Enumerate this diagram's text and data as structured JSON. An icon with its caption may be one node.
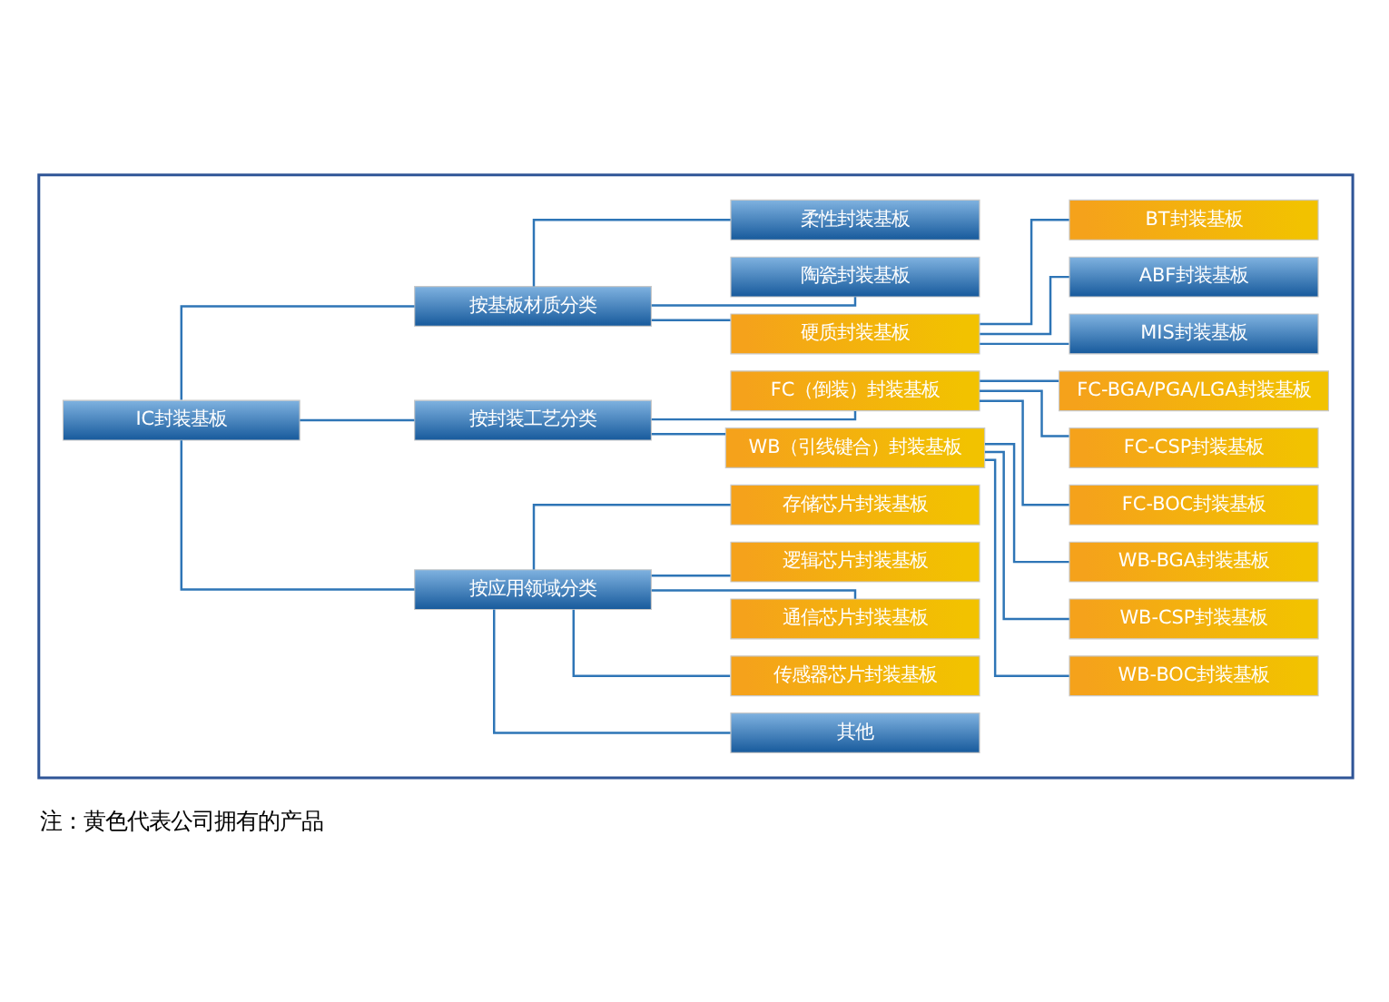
{
  "diagram": {
    "nodes": [
      {
        "text": [],
        "shape": "box"
      },
      {
        "text": [
          "IC封装基板"
        ],
        "in": 0
      },
      {
        "text": [
          "按基板材质分类"
        ],
        "in": 0
      },
      {
        "text": [
          "柔性封装基板"
        ],
        "in": 0
      },
      {
        "text": [
          "陶瓷封装基板"
        ],
        "in": 0
      },
      {
        "text": [
          "硬质封装基板"
        ],
        "in": 0
      },
      {
        "text": [
          "BT封装基板"
        ],
        "in": 0
      },
      {
        "text": [
          "ABF封装基板"
        ],
        "in": 0
      },
      {
        "text": [
          "MIS封装基板"
        ],
        "in": 0
      },
      {
        "text": [
          "按封装工艺分类"
        ],
        "in": 0
      },
      {
        "text": [
          "FC（倒装）封装基板"
        ],
        "in": 0
      },
      {
        "text": [
          "FC-BGA/PGA/LGA封装基板"
        ],
        "in": 0
      },
      {
        "text": [
          "FC-CSP封装基板"
        ],
        "in": 0
      },
      {
        "text": [
          "FC-BOC封装基板"
        ],
        "in": 0
      },
      {
        "text": [
          "WB（引线键合）封装基板"
        ],
        "in": 0
      },
      {
        "text": [
          "WB-BGA封装基板"
        ],
        "in": 0
      },
      {
        "text": [
          "WB-CSP封装基板"
        ],
        "in": 0
      },
      {
        "text": [
          "WB-BOC封装基板"
        ],
        "in": 0
      },
      {
        "text": [
          "按应用领域分类"
        ],
        "in": 0
      },
      {
        "text": [
          "存储芯片封装基板"
        ],
        "in": 0
      },
      {
        "text": [
          "逻辑芯片封装基板"
        ],
        "in": 0
      },
      {
        "text": [
          "通信芯片封装基板"
        ],
        "in": 0
      },
      {
        "text": [
          "传感器芯片封装基板"
        ],
        "in": 0
      },
      {
        "text": [
          "其他"
        ],
        "in": 0
      }
    ],
    "edges": [
      {
        "from": 18,
        "to": 23,
        "arrow": "none"
      },
      {
        "from": 18,
        "to": 22,
        "arrow": "none"
      },
      {
        "from": 18,
        "to": 21,
        "arrow": "none"
      },
      {
        "from": 18,
        "to": 20,
        "arrow": "none"
      },
      {
        "from": 18,
        "to": 19,
        "arrow": "none"
      },
      {
        "from": 1,
        "to": 18,
        "arrow": "none"
      },
      {
        "from": 14,
        "to": 17,
        "arrow": "none"
      },
      {
        "from": 14,
        "to": 16,
        "arrow": "none"
      },
      {
        "from": 14,
        "to": 15,
        "arrow": "none"
      },
      {
        "from": 9,
        "to": 14,
        "arrow": "none"
      },
      {
        "from": 10,
        "to": 13,
        "arrow": "none"
      },
      {
        "from": 10,
        "to": 12,
        "arrow": "none"
      },
      {
        "from": 10,
        "to": 11,
        "arrow": "none"
      },
      {
        "from": 9,
        "to": 10,
        "arrow": "none"
      },
      {
        "from": 1,
        "to": 9,
        "arrow": "none"
      },
      {
        "from": 5,
        "to": 8,
        "arrow": "none"
      },
      {
        "from": 5,
        "to": 7,
        "arrow": "none"
      },
      {
        "from": 5,
        "to": 6,
        "arrow": "none"
      },
      {
        "from": 2,
        "to": 5,
        "arrow": "none"
      },
      {
        "from": 2,
        "to": 4,
        "arrow": "none"
      },
      {
        "from": 2,
        "to": 3,
        "arrow": "none"
      },
      {
        "from": 1,
        "to": 2,
        "arrow": "none"
      }
    ],
    "labels": [
      "注：黄色代表公司拥有的产品"
    ]
  }
}
